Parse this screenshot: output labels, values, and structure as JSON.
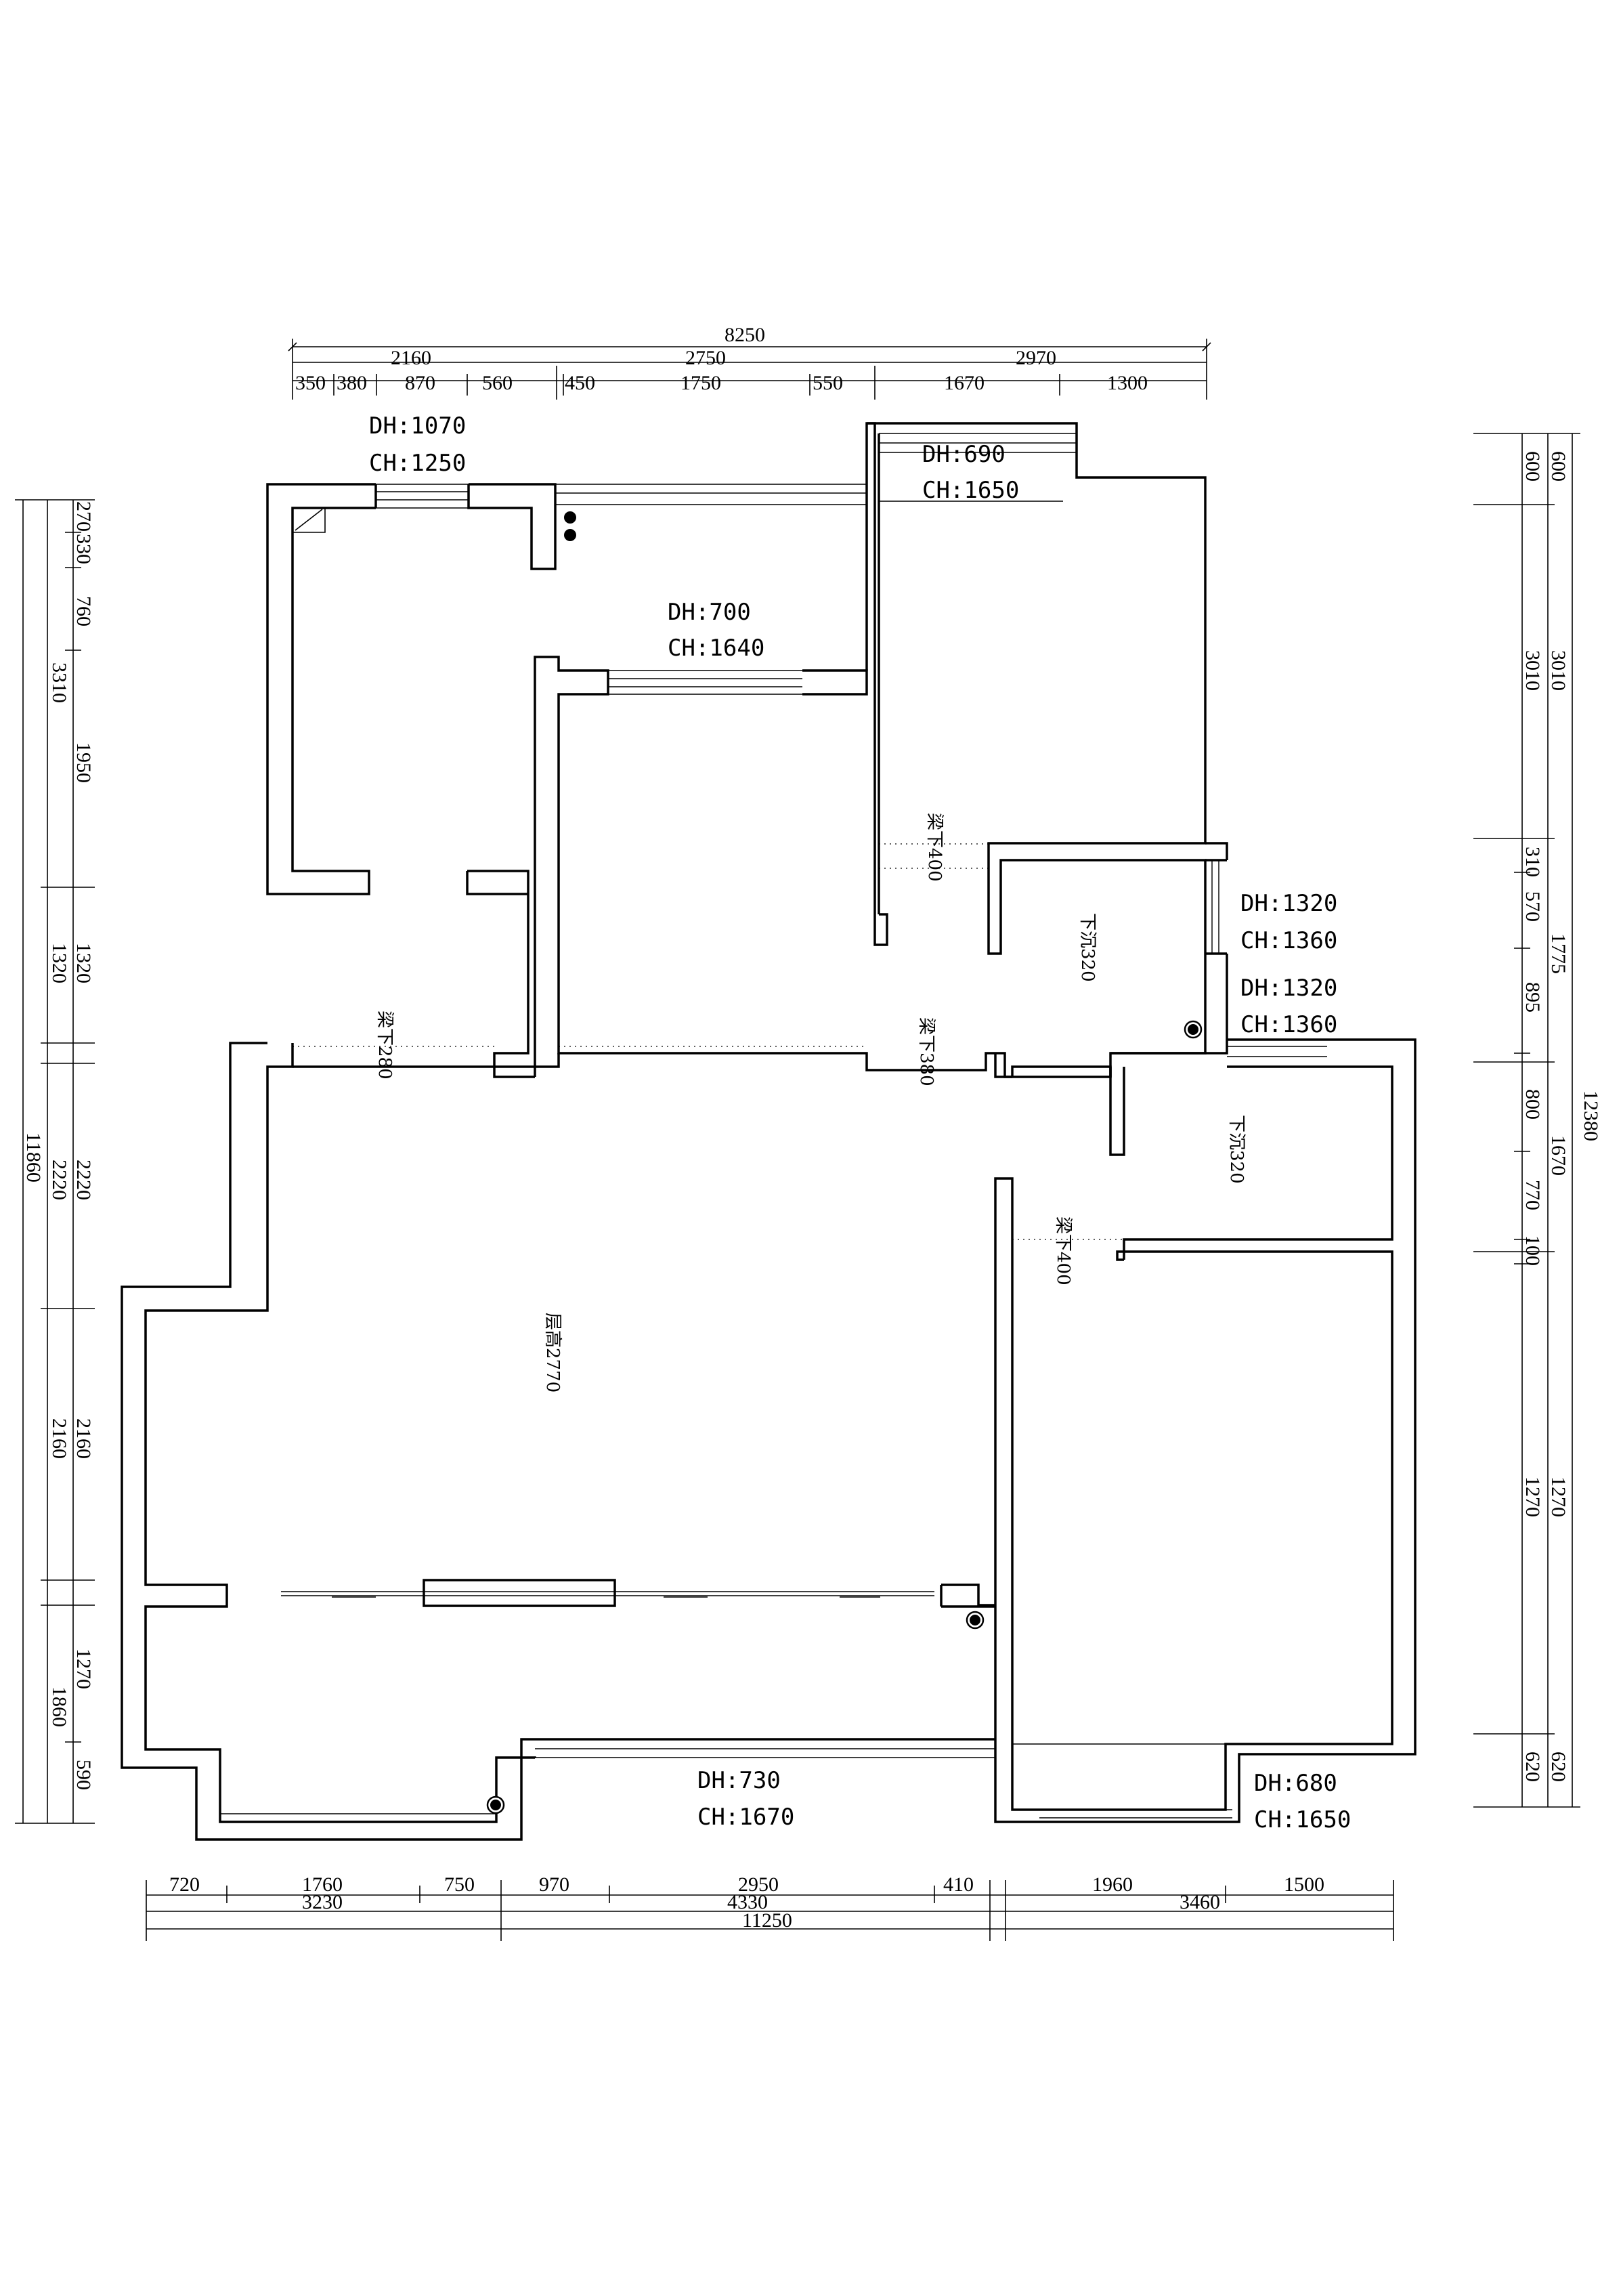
{
  "dimensions": {
    "top_total": "8250",
    "top_mid": [
      "2160",
      "2750",
      "2970"
    ],
    "top_detail": [
      "350",
      "380",
      "870",
      "560",
      "450",
      "1750",
      "550",
      "1670",
      "1300"
    ],
    "bottom_detail": [
      "720",
      "1760",
      "750",
      "970",
      "2950",
      "410",
      "1960",
      "1500"
    ],
    "bottom_mid": [
      "3230",
      "4330",
      "3460"
    ],
    "bottom_total": "11250",
    "left_total": "11860",
    "left_mid": [
      "3310",
      "1320",
      "2220",
      "2160",
      "1860"
    ],
    "left_detail": [
      "270",
      "330",
      "760",
      "1950",
      "1320",
      "2220",
      "2160",
      "1270",
      "590"
    ],
    "right_total": "12380",
    "right_mid": [
      "600",
      "3010",
      "1775",
      "1670",
      "1270",
      "620"
    ],
    "right_detail": [
      "600",
      "3010",
      "310",
      "570",
      "895",
      "800",
      "770",
      "100",
      "1270",
      "620"
    ]
  },
  "openings": [
    {
      "dh": "DH:1070",
      "ch": "CH:1250"
    },
    {
      "dh": "DH:690",
      "ch": "CH:1650"
    },
    {
      "dh": "DH:700",
      "ch": "CH:1640"
    },
    {
      "dh": "DH:1320",
      "ch": "CH:1360"
    },
    {
      "dh": "DH:1320",
      "ch": "CH:1360"
    },
    {
      "dh": "DH:730",
      "ch": "CH:1670"
    },
    {
      "dh": "DH:680",
      "ch": "CH:1650"
    }
  ],
  "notes": {
    "beam_280": "梁下280",
    "beam_380": "梁下380",
    "beam_400_a": "梁下400",
    "beam_400_b": "梁下400",
    "sink_320_a": "下沉320",
    "sink_320_b": "下沉320",
    "floor_height": "层高2770"
  }
}
